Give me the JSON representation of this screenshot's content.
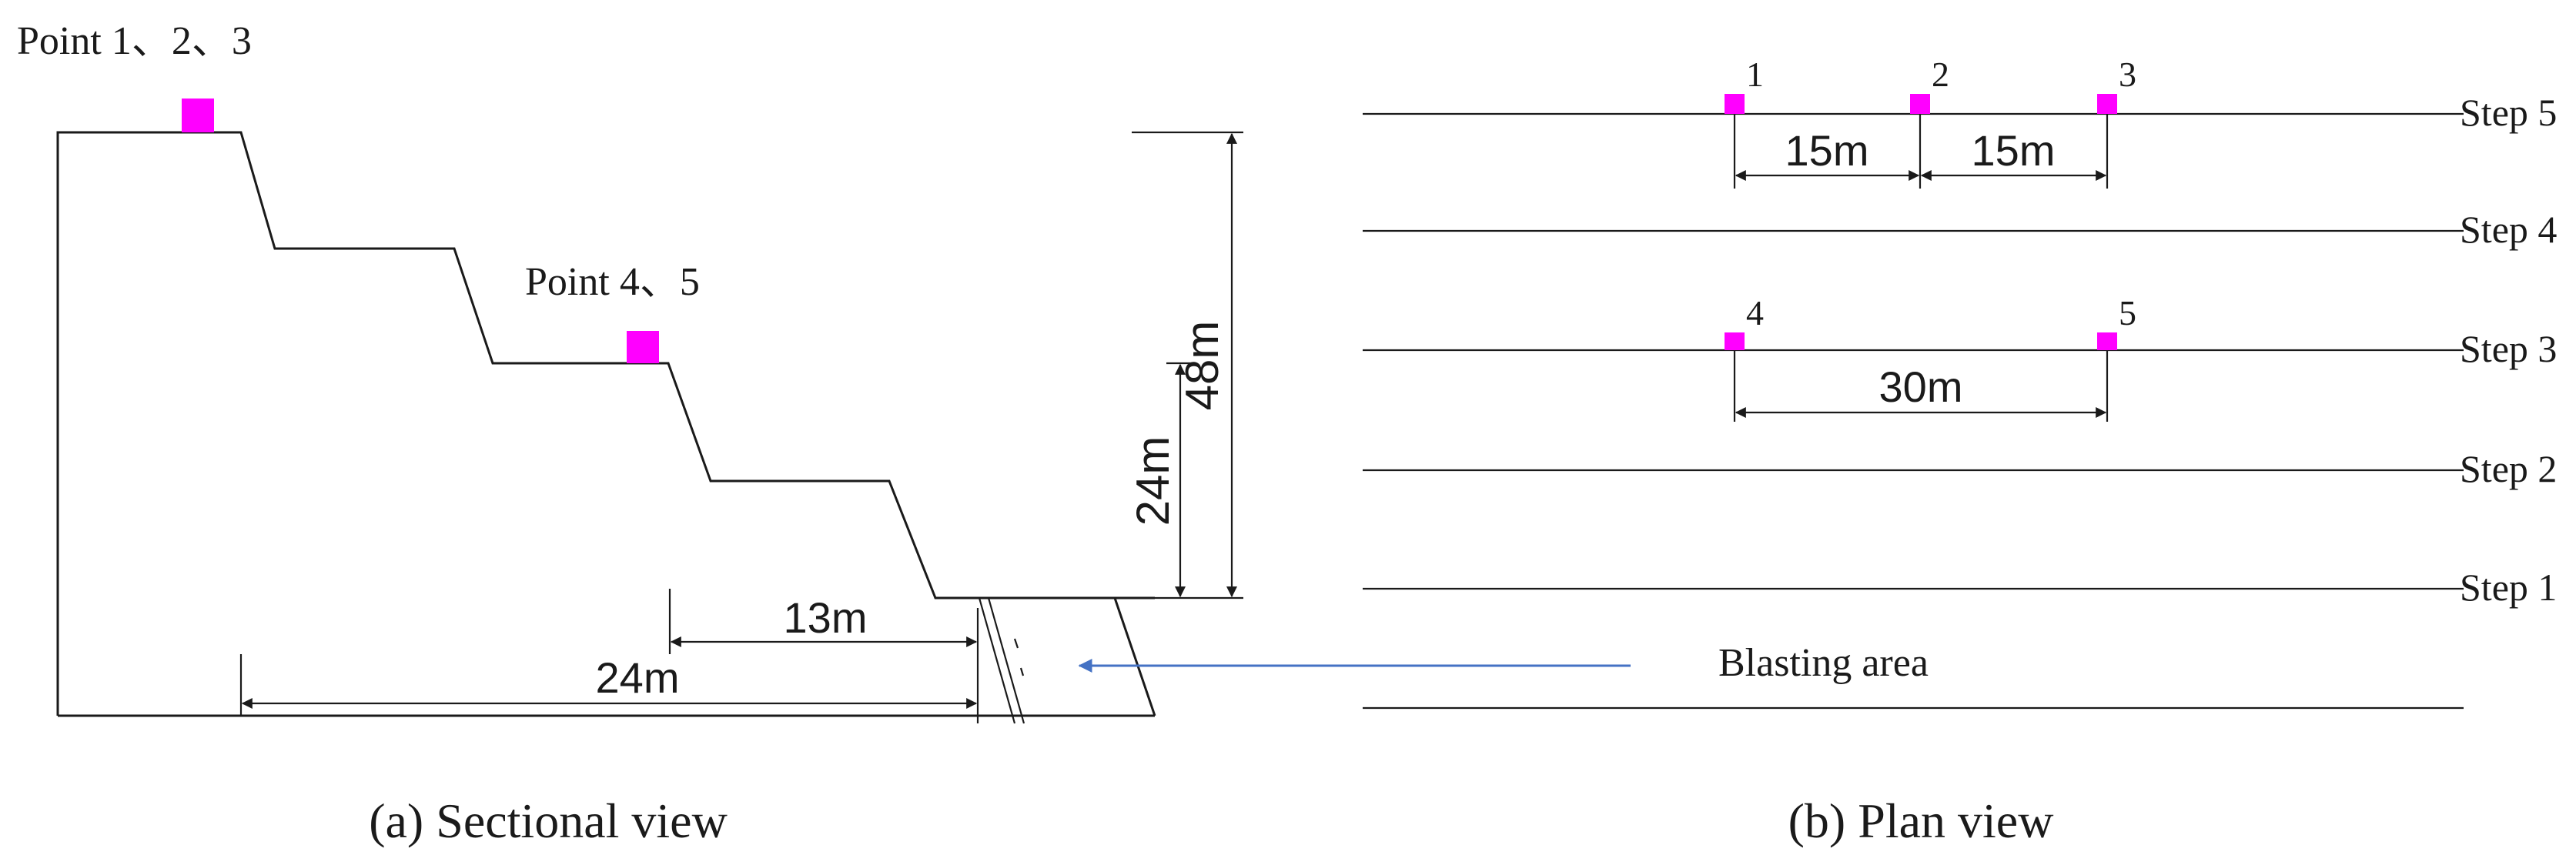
{
  "colors": {
    "marker": "#ff00ff",
    "line": "#1a1a1a",
    "pointer_arrow": "#4472c4"
  },
  "sectional": {
    "label_points_123": "Point 1、2、3",
    "label_points_45": "Point 4、5",
    "dim_48m": "48m",
    "dim_24m_vertical": "24m",
    "dim_13m": "13m",
    "dim_24m_horizontal": "24m",
    "caption": "(a) Sectional view"
  },
  "plan": {
    "steps": [
      "Step 5",
      "Step 4",
      "Step 3",
      "Step 2",
      "Step 1"
    ],
    "points": [
      "1",
      "2",
      "3",
      "4",
      "5"
    ],
    "dim_15m_left": "15m",
    "dim_15m_right": "15m",
    "dim_30m": "30m",
    "blasting_label": "Blasting area",
    "caption": "(b) Plan view"
  }
}
